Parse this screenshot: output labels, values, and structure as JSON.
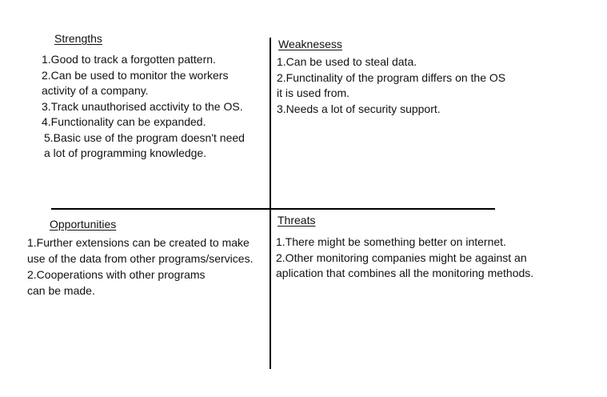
{
  "strengths": {
    "heading": "Strengths",
    "lines": [
      "1.Good to track a forgotten pattern.",
      "2.Can be used to monitor the workers",
      "activity of a company.",
      "3.Track unauthorised acctivity to the OS.",
      "4.Functionality can be expanded.",
      "5.Basic use of the program doesn't need",
      "a lot of programming knowledge."
    ]
  },
  "weaknesses": {
    "heading": "Weaknesess",
    "lines": [
      "1.Can be used to steal data.",
      "2.Functinality of the program differs on the OS",
      "it is used from.",
      "3.Needs a lot of security support."
    ]
  },
  "opportunities": {
    "heading": "Opportunities",
    "lines": [
      "1.Further extensions can be created to make",
      "use of the data from other programs/services.",
      "2.Cooperations with other programs",
      "can be made."
    ]
  },
  "threats": {
    "heading": "Threats",
    "lines": [
      "1.There might be something better on internet.",
      "2.Other monitoring companies might be against an",
      "aplication that combines all the monitoring methods."
    ]
  }
}
